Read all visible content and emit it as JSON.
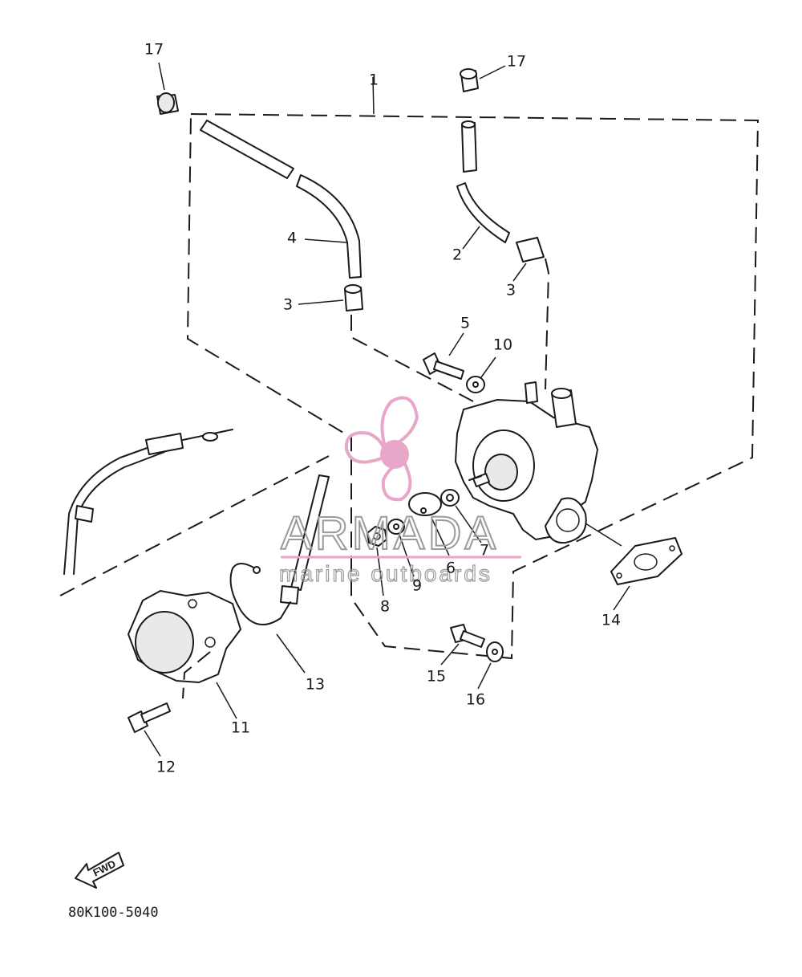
{
  "diagram": {
    "part_labels": [
      {
        "id": "1",
        "text": "1"
      },
      {
        "id": "2",
        "text": "2"
      },
      {
        "id": "3a",
        "text": "3"
      },
      {
        "id": "3b",
        "text": "3"
      },
      {
        "id": "4",
        "text": "4"
      },
      {
        "id": "5",
        "text": "5"
      },
      {
        "id": "6",
        "text": "6"
      },
      {
        "id": "7",
        "text": "7"
      },
      {
        "id": "8",
        "text": "8"
      },
      {
        "id": "9",
        "text": "9"
      },
      {
        "id": "10",
        "text": "10"
      },
      {
        "id": "11",
        "text": "11"
      },
      {
        "id": "12",
        "text": "12"
      },
      {
        "id": "13",
        "text": "13"
      },
      {
        "id": "14",
        "text": "14"
      },
      {
        "id": "15",
        "text": "15"
      },
      {
        "id": "16",
        "text": "16"
      },
      {
        "id": "17a",
        "text": "17"
      },
      {
        "id": "17b",
        "text": "17"
      }
    ],
    "fwd_label": "FWD",
    "drawing_code": "80K100-5040"
  },
  "watermark": {
    "title": "ARMADA",
    "subtitle": "marine outboards",
    "logo_color": "#e8a7c8",
    "rule_color": "#e8a7c8"
  }
}
